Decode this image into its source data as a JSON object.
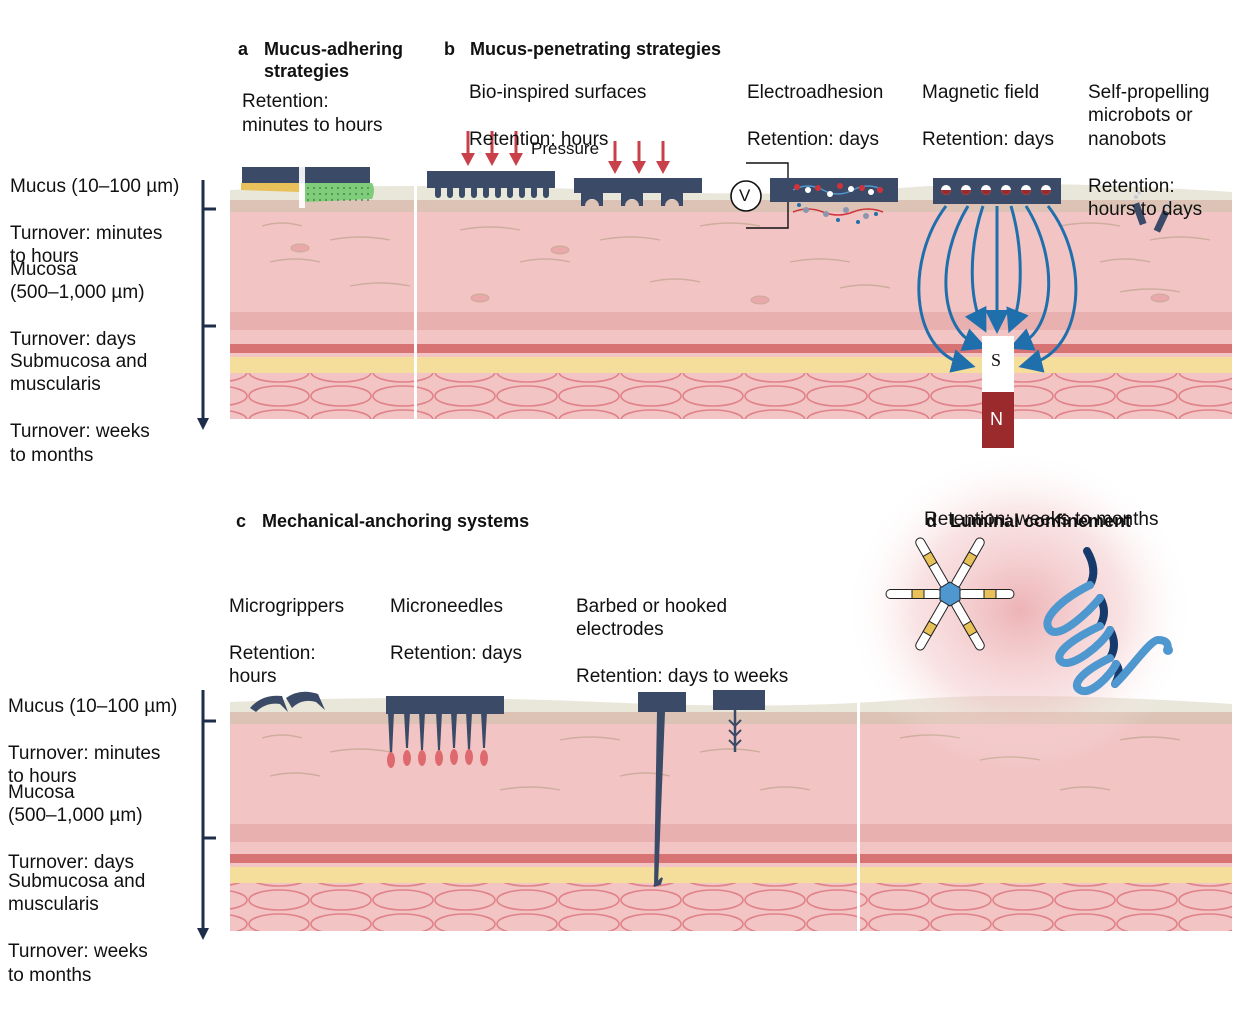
{
  "panels": {
    "a": {
      "letter": "a",
      "title": "Mucus-adhering\nstrategies",
      "retention": "Retention:\nminutes to hours"
    },
    "b": {
      "letter": "b",
      "title": "Mucus-penetrating strategies",
      "items": [
        {
          "name": "Bio-inspired surfaces",
          "retention": "Retention: hours"
        },
        {
          "name": "Electroadhesion",
          "retention": "Retention: days"
        },
        {
          "name": "Magnetic field",
          "retention": "Retention: days"
        },
        {
          "name": "Self-propelling\nmicrobots or\nnanobots",
          "retention": "Retention:\nhours to days"
        }
      ],
      "pressure_label": "Pressure",
      "voltmeter_label": "V",
      "magnet_south": "S",
      "magnet_north": "N"
    },
    "c": {
      "letter": "c",
      "title": "Mechanical-anchoring systems",
      "items": [
        {
          "name": "Microgrippers",
          "retention": "Retention:\nhours"
        },
        {
          "name": "Microneedles",
          "retention": "Retention: days"
        },
        {
          "name": "Barbed or hooked\nelectrodes",
          "retention": "Retention: days to weeks"
        }
      ]
    },
    "d": {
      "letter": "d",
      "title": "Luminal confinement",
      "retention": "Retention: weeks to months"
    }
  },
  "layers": [
    {
      "name": "Mucus (10–100 µm)",
      "turnover": "Turnover: minutes\nto hours"
    },
    {
      "name": "Mucosa\n(500–1,000 µm)",
      "turnover": "Turnover: days"
    },
    {
      "name": "Submucosa and\nmuscularis",
      "turnover": "Turnover: weeks\nto months"
    }
  ],
  "colors": {
    "device_navy": "#3b4a66",
    "arrow_red": "#c8414a",
    "field_blue": "#1f6fad",
    "mucus": "#e9e6da",
    "mucosa": "#f2c4c4",
    "muscle_band": "#d87374",
    "fat_band": "#f5dd9c",
    "magnet_north": "#9b2a2d",
    "coil_light": "#4f97cf",
    "coil_dark": "#163a6b"
  }
}
